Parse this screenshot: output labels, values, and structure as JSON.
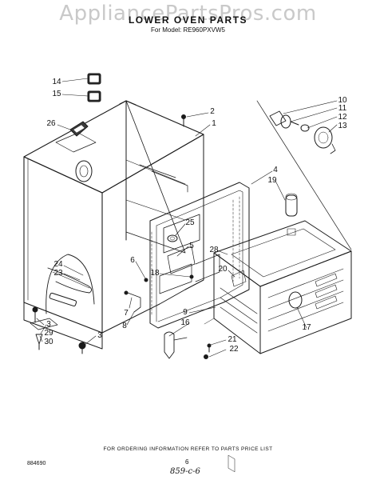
{
  "header": {
    "watermark": "AppliancePartsPros.com",
    "title": "LOWER OVEN PARTS",
    "model": "For Model: RE960PXVW5"
  },
  "callouts": [
    {
      "id": "label-14",
      "text": "14"
    },
    {
      "id": "label-15",
      "text": "15"
    },
    {
      "id": "label-26",
      "text": "26"
    },
    {
      "id": "label-2",
      "text": "2"
    },
    {
      "id": "label-1",
      "text": "1"
    },
    {
      "id": "label-10",
      "text": "10"
    },
    {
      "id": "label-11",
      "text": "11"
    },
    {
      "id": "label-12",
      "text": "12"
    },
    {
      "id": "label-13",
      "text": "13"
    },
    {
      "id": "label-4",
      "text": "4"
    },
    {
      "id": "label-19",
      "text": "19"
    },
    {
      "id": "label-25",
      "text": "25"
    },
    {
      "id": "label-5",
      "text": "5"
    },
    {
      "id": "label-28",
      "text": "28"
    },
    {
      "id": "label-20",
      "text": "20"
    },
    {
      "id": "label-6",
      "text": "6"
    },
    {
      "id": "label-18",
      "text": "18"
    },
    {
      "id": "label-24",
      "text": "24"
    },
    {
      "id": "label-23",
      "text": "23"
    },
    {
      "id": "label-7",
      "text": "7"
    },
    {
      "id": "label-8",
      "text": "8"
    },
    {
      "id": "label-3a",
      "text": "3"
    },
    {
      "id": "label-29",
      "text": "29"
    },
    {
      "id": "label-30",
      "text": "30"
    },
    {
      "id": "label-3b",
      "text": "3"
    },
    {
      "id": "label-9",
      "text": "9"
    },
    {
      "id": "label-16",
      "text": "16"
    },
    {
      "id": "label-17",
      "text": "17"
    },
    {
      "id": "label-21",
      "text": "21"
    },
    {
      "id": "label-22",
      "text": "22"
    }
  ],
  "footer": {
    "ordering_note": "FOR ORDERING INFORMATION REFER TO PARTS PRICE LIST",
    "part_number": "884690",
    "page_number": "6",
    "handwritten_note": "859-c-6"
  }
}
